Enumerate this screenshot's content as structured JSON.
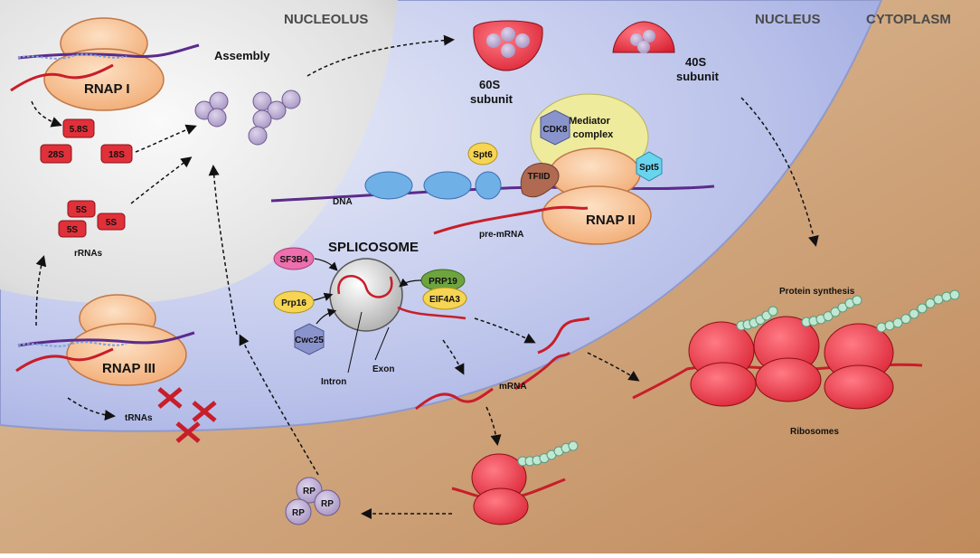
{
  "regions": {
    "nucleolus": "NUCLEOLUS",
    "nucleus": "NUCLEUS",
    "cytoplasm": "CYTOPLASM"
  },
  "polymerases": {
    "rnap1": "RNAP I",
    "rnap2": "RNAP II",
    "rnap3": "RNAP III"
  },
  "rrna": {
    "r58s": "5.8S",
    "r28s": "28S",
    "r18s": "18S",
    "r5s": "5S",
    "rrnas": "rRNAs"
  },
  "assembly": "Assembly",
  "subunits": {
    "s60": "60S",
    "s40": "40S",
    "word": "subunit"
  },
  "transcription": {
    "mediator": "Mediator complex",
    "mediator_line1": "Mediator",
    "mediator_line2": "complex",
    "cdk8": "CDK8",
    "spt6": "Spt6",
    "tfiid": "TFIID",
    "spt5": "Spt5",
    "dna": "DNA",
    "pre_mrna": "pre-mRNA"
  },
  "splicing": {
    "title": "SPLICOSOME",
    "factors": [
      "SF3B4",
      "PRP19",
      "EIF4A3",
      "Prp16",
      "Cwc25"
    ],
    "intron": "Intron",
    "exon": "Exon"
  },
  "mrna": "mRNA",
  "trnas": "tRNAs",
  "protein_synthesis": "Protein synthesis",
  "ribosomes": "Ribosomes",
  "rp": "RP",
  "colors": {
    "cytoplasm": "#c8966a",
    "nucleus": "#b7bfe8",
    "nucleolus": "#d6d6d6",
    "polymerase": "#f4b07a",
    "rrna_box": "#e0303a",
    "ribosome": "#e8283a",
    "protein_bead": "#bfe8d2",
    "particle": "#b8a8cc"
  }
}
